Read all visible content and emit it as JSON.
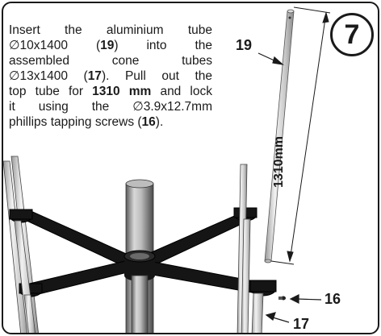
{
  "step": {
    "number": "7"
  },
  "instructions": {
    "line1": "Insert the aluminium tube",
    "line2_pre": "∅10x1400 (",
    "line2_part": "19",
    "line2_post": ") into the",
    "line3": "assembled cone tubes",
    "line4_pre": "∅13x1400 (",
    "line4_part": "17",
    "line4_post": "). Pull out the",
    "line5_pre": "top tube for ",
    "line5_len": "1310 mm",
    "line5_post": " and lock",
    "line6": "it using the ∅3.9x12.7mm",
    "line7_pre": "phillips tapping screws (",
    "line7_part": "16",
    "line7_post": ")."
  },
  "callouts": {
    "tube_top": "19",
    "screw": "16",
    "tube_bottom": "17"
  },
  "dimension": {
    "label": "1310mm"
  }
}
